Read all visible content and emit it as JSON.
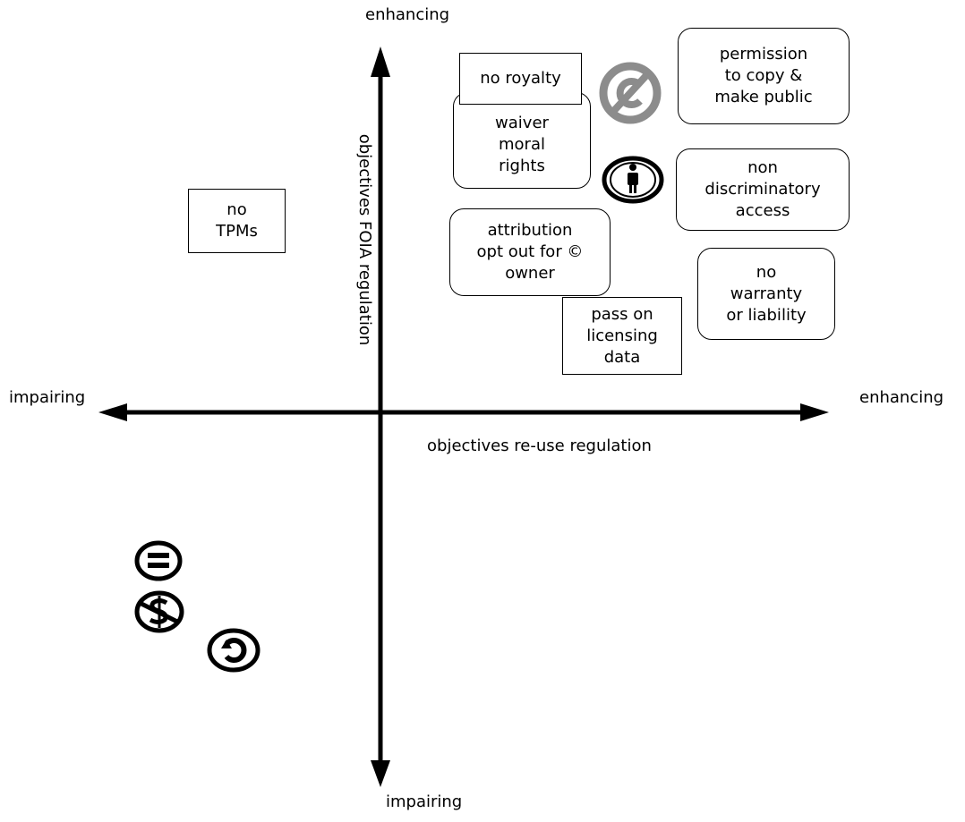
{
  "axes": {
    "y_top_label": "enhancing",
    "y_bottom_label": "impairing",
    "x_left_label": "impairing",
    "x_right_label": "enhancing",
    "y_axis_title": "objectives FOIA regulation",
    "x_axis_title": "objectives re-use regulation"
  },
  "boxes": {
    "no_tpms": [
      "no",
      "TPMs"
    ],
    "no_royalty": [
      "no royalty"
    ],
    "waiver_moral_rights": [
      "waiver",
      "moral",
      "rights"
    ],
    "permission_copy": [
      "permission",
      "to copy &",
      "make  public"
    ],
    "non_discriminatory": [
      "non",
      "discriminatory",
      "access"
    ],
    "attribution_opt_out": [
      "attribution",
      "opt out for ©",
      "owner"
    ],
    "no_warranty": [
      "no",
      "warranty",
      "or liability"
    ],
    "pass_on_licensing": [
      "pass on",
      "licensing",
      "data"
    ]
  },
  "icons": {
    "public_domain": "public-domain-icon",
    "attribution": "attribution-icon",
    "no_derivatives": "no-derivatives-icon",
    "non_commercial": "non-commercial-icon",
    "share_alike": "share-alike-icon"
  }
}
